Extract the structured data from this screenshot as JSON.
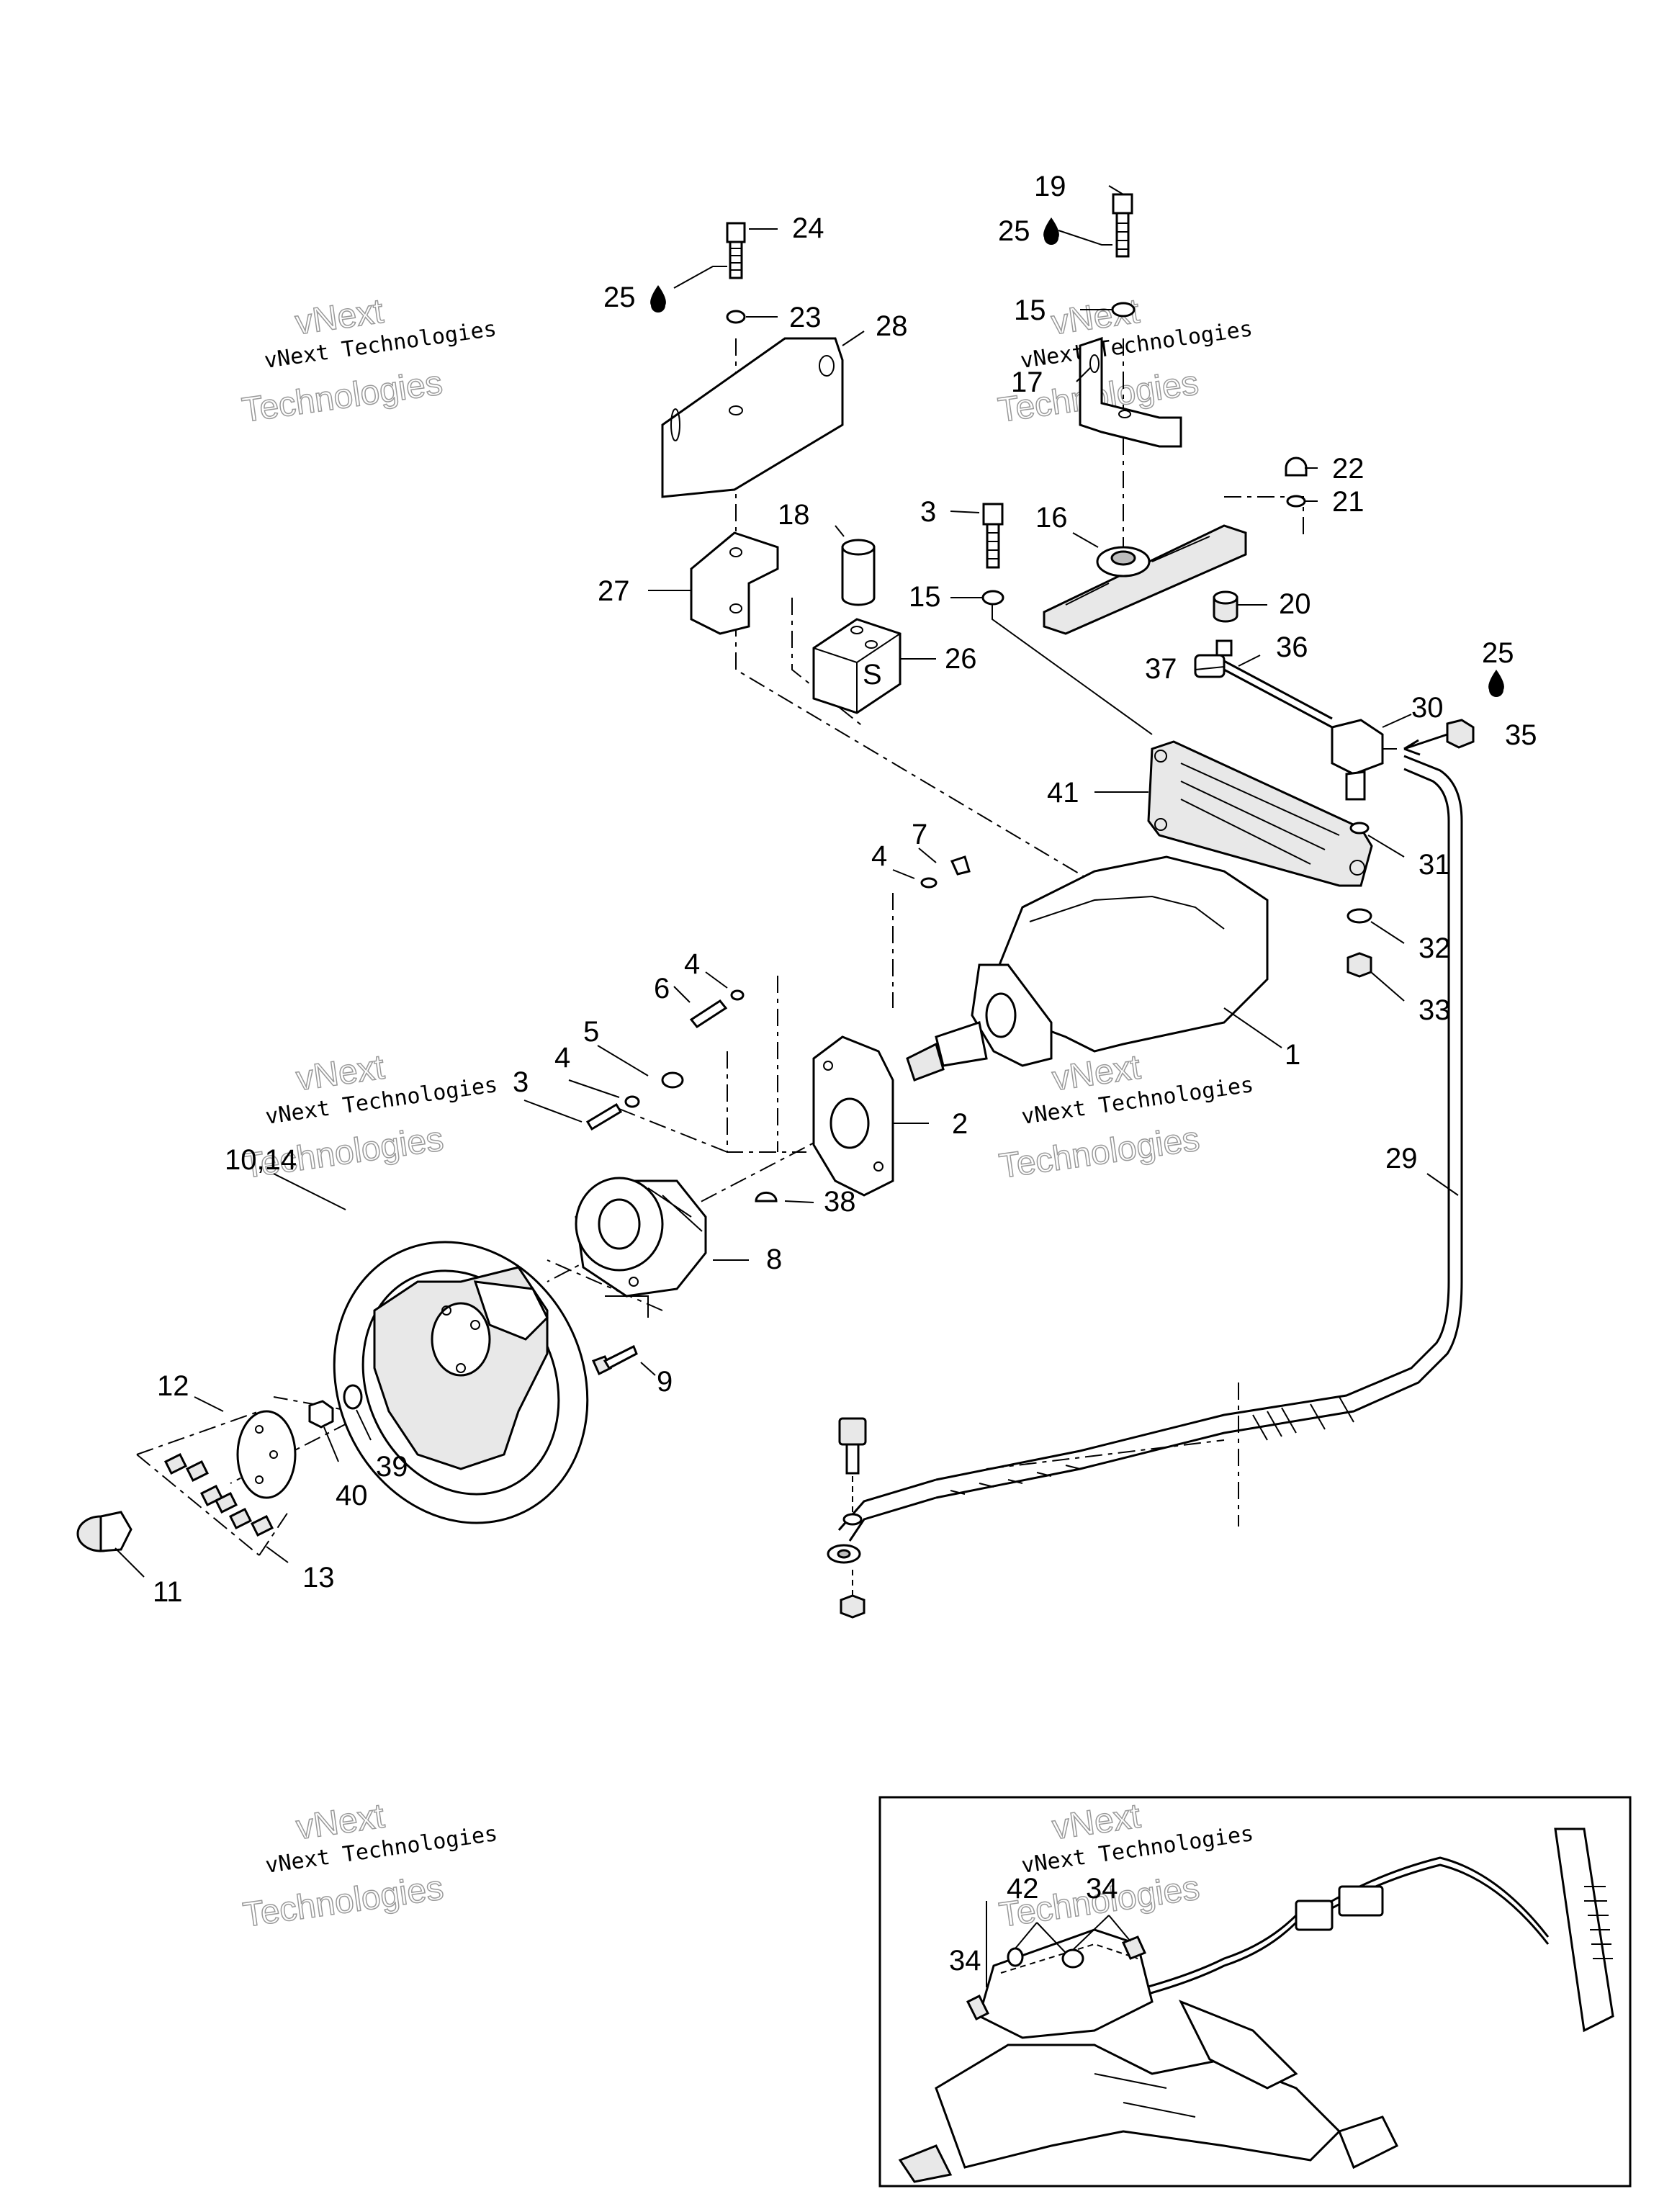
{
  "watermark": {
    "top_line": "vNext",
    "line1": "vNext Technologies",
    "line2": "Technologies"
  },
  "labels": {
    "l1": "1",
    "l2": "2",
    "l3a": "3",
    "l3b": "3",
    "l4a": "4",
    "l4b": "4",
    "l4c": "4",
    "l5": "5",
    "l6": "6",
    "l7": "7",
    "l8": "8",
    "l9": "9",
    "l10_14": "10,14",
    "l11": "11",
    "l12": "12",
    "l13": "13",
    "l15a": "15",
    "l15b": "15",
    "l16": "16",
    "l17": "17",
    "l18": "18",
    "l19": "19",
    "l20": "20",
    "l21": "21",
    "l22": "22",
    "l23": "23",
    "l24": "24",
    "l25a": "25",
    "l25b": "25",
    "l25c": "25",
    "l26": "26",
    "l27": "27",
    "l28": "28",
    "l29": "29",
    "l30": "30",
    "l31": "31",
    "l32": "32",
    "l33": "33",
    "l34a": "34",
    "l34b": "34",
    "l35": "35",
    "l36": "36",
    "l37": "37",
    "l38": "38",
    "l39": "39",
    "l40": "40",
    "l41": "41",
    "l42": "42",
    "box26_letter": "S"
  }
}
